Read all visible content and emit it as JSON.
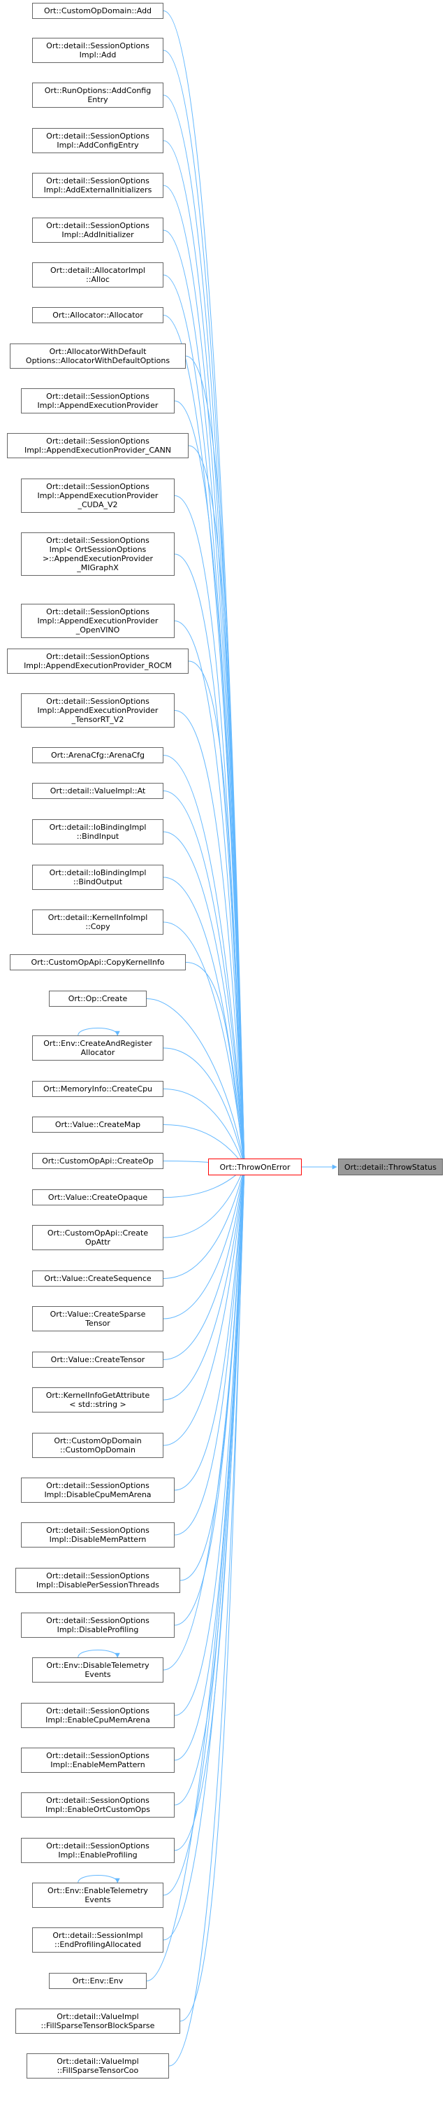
{
  "graph": {
    "center": {
      "label": "Ort::ThrowOnError"
    },
    "callee": {
      "label": "Ort::detail::ThrowStatus"
    },
    "callers": [
      {
        "label": "Ort::CustomOpDomain::Add"
      },
      {
        "label": "Ort::detail::SessionOptions\nImpl::Add"
      },
      {
        "label": "Ort::RunOptions::AddConfig\nEntry"
      },
      {
        "label": "Ort::detail::SessionOptions\nImpl::AddConfigEntry"
      },
      {
        "label": "Ort::detail::SessionOptions\nImpl::AddExternalInitializers"
      },
      {
        "label": "Ort::detail::SessionOptions\nImpl::AddInitializer"
      },
      {
        "label": "Ort::detail::AllocatorImpl\n::Alloc"
      },
      {
        "label": "Ort::Allocator::Allocator"
      },
      {
        "label": "Ort::AllocatorWithDefault\nOptions::AllocatorWithDefaultOptions"
      },
      {
        "label": "Ort::detail::SessionOptions\nImpl::AppendExecutionProvider"
      },
      {
        "label": "Ort::detail::SessionOptions\nImpl::AppendExecutionProvider_CANN"
      },
      {
        "label": "Ort::detail::SessionOptions\nImpl::AppendExecutionProvider\n_CUDA_V2"
      },
      {
        "label": "Ort::detail::SessionOptions\nImpl< OrtSessionOptions\n>::AppendExecutionProvider\n_MIGraphX"
      },
      {
        "label": "Ort::detail::SessionOptions\nImpl::AppendExecutionProvider\n_OpenVINO"
      },
      {
        "label": "Ort::detail::SessionOptions\nImpl::AppendExecutionProvider_ROCM"
      },
      {
        "label": "Ort::detail::SessionOptions\nImpl::AppendExecutionProvider\n_TensorRT_V2"
      },
      {
        "label": "Ort::ArenaCfg::ArenaCfg"
      },
      {
        "label": "Ort::detail::ValueImpl::At"
      },
      {
        "label": "Ort::detail::IoBindingImpl\n::BindInput"
      },
      {
        "label": "Ort::detail::IoBindingImpl\n::BindOutput"
      },
      {
        "label": "Ort::detail::KernelInfoImpl\n::Copy"
      },
      {
        "label": "Ort::CustomOpApi::CopyKernelInfo"
      },
      {
        "label": "Ort::Op::Create"
      },
      {
        "label": "Ort::Env::CreateAndRegister\nAllocator",
        "self_loop": true
      },
      {
        "label": "Ort::MemoryInfo::CreateCpu"
      },
      {
        "label": "Ort::Value::CreateMap"
      },
      {
        "label": "Ort::CustomOpApi::CreateOp"
      },
      {
        "label": "Ort::Value::CreateOpaque"
      },
      {
        "label": "Ort::CustomOpApi::Create\nOpAttr"
      },
      {
        "label": "Ort::Value::CreateSequence"
      },
      {
        "label": "Ort::Value::CreateSparse\nTensor"
      },
      {
        "label": "Ort::Value::CreateTensor"
      },
      {
        "label": "Ort::KernelInfoGetAttribute\n< std::string >"
      },
      {
        "label": "Ort::CustomOpDomain\n::CustomOpDomain"
      },
      {
        "label": "Ort::detail::SessionOptions\nImpl::DisableCpuMemArena"
      },
      {
        "label": "Ort::detail::SessionOptions\nImpl::DisableMemPattern"
      },
      {
        "label": "Ort::detail::SessionOptions\nImpl::DisablePerSessionThreads"
      },
      {
        "label": "Ort::detail::SessionOptions\nImpl::DisableProfiling"
      },
      {
        "label": "Ort::Env::DisableTelemetry\nEvents",
        "self_loop": true
      },
      {
        "label": "Ort::detail::SessionOptions\nImpl::EnableCpuMemArena"
      },
      {
        "label": "Ort::detail::SessionOptions\nImpl::EnableMemPattern"
      },
      {
        "label": "Ort::detail::SessionOptions\nImpl::EnableOrtCustomOps"
      },
      {
        "label": "Ort::detail::SessionOptions\nImpl::EnableProfiling"
      },
      {
        "label": "Ort::Env::EnableTelemetry\nEvents",
        "self_loop": true
      },
      {
        "label": "Ort::detail::SessionImpl\n::EndProfilingAllocated"
      },
      {
        "label": "Ort::Env::Env"
      },
      {
        "label": "Ort::detail::ValueImpl\n::FillSparseTensorBlockSparse"
      },
      {
        "label": "Ort::detail::ValueImpl\n::FillSparseTensorCoo"
      }
    ]
  },
  "colors": {
    "edge": "#63b8ff",
    "center_border": "#ff0000",
    "callee_fill": "#999999",
    "node_border": "#666666"
  }
}
